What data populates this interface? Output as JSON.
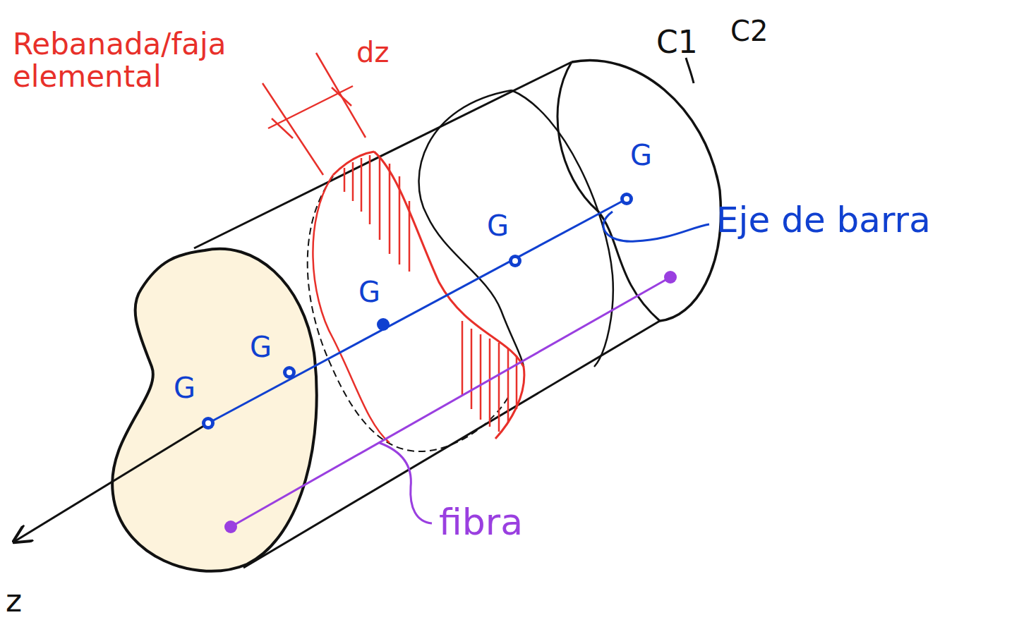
{
  "diagram": {
    "labels": [
      "Rebanada/faja elemental",
      "dz",
      "C1",
      "C2",
      "G",
      "G",
      "G",
      "G",
      "G",
      "Eje de barra",
      "fibra",
      "z"
    ]
  }
}
